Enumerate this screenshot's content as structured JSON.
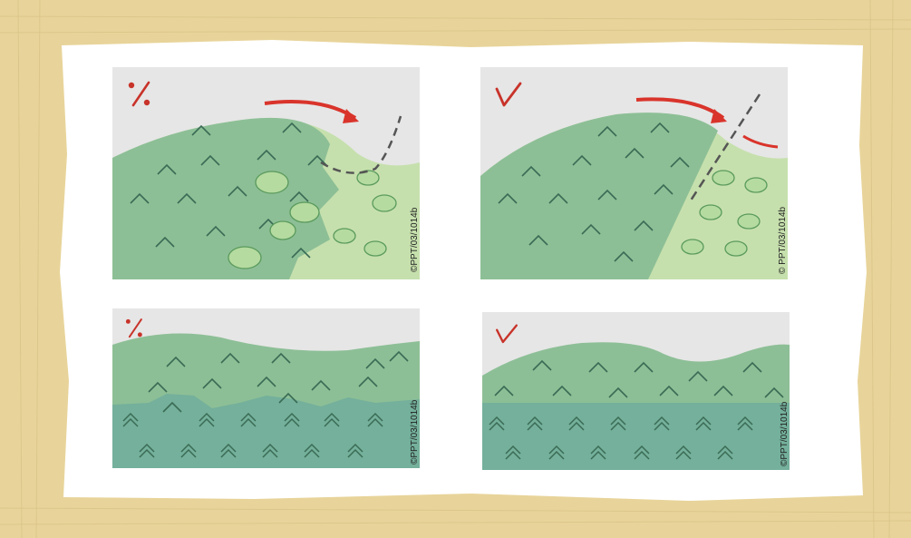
{
  "page": {
    "colors": {
      "frame": "#e8d49a",
      "frame_dark": "#cdb57a",
      "mat": "#ffffff",
      "sky": "#e6e6e6",
      "forest": "#8dbf96",
      "meadow": "#c6e0ad",
      "lower_band": "#74b09b",
      "tree_mark": "#3a6b55",
      "arrow": "#d9342b",
      "mark_red": "#c8332a"
    }
  },
  "panels": [
    {
      "id": "tl",
      "mark": "percent",
      "mark_icon": "percent-sign-icon",
      "credit": "©PPT/03/1014b",
      "scene": "forest-meadow-curved-boundary",
      "wind_arrow": true,
      "dashed_boundary": "curved"
    },
    {
      "id": "tr",
      "mark": "check",
      "mark_icon": "check-mark-icon",
      "credit": "© PPT/03/1014b",
      "scene": "forest-meadow-straight-boundary",
      "wind_arrow": true,
      "dashed_boundary": "straight"
    },
    {
      "id": "bl",
      "mark": "percent",
      "mark_icon": "percent-sign-icon",
      "credit": "©PPT/03/1014b",
      "scene": "two-layer-forest-irregular",
      "wind_arrow": false,
      "dashed_boundary": "none"
    },
    {
      "id": "br",
      "mark": "check",
      "mark_icon": "check-mark-icon",
      "credit": "©PPT/03/1014b",
      "scene": "two-layer-forest-straight",
      "wind_arrow": false,
      "dashed_boundary": "none"
    }
  ]
}
